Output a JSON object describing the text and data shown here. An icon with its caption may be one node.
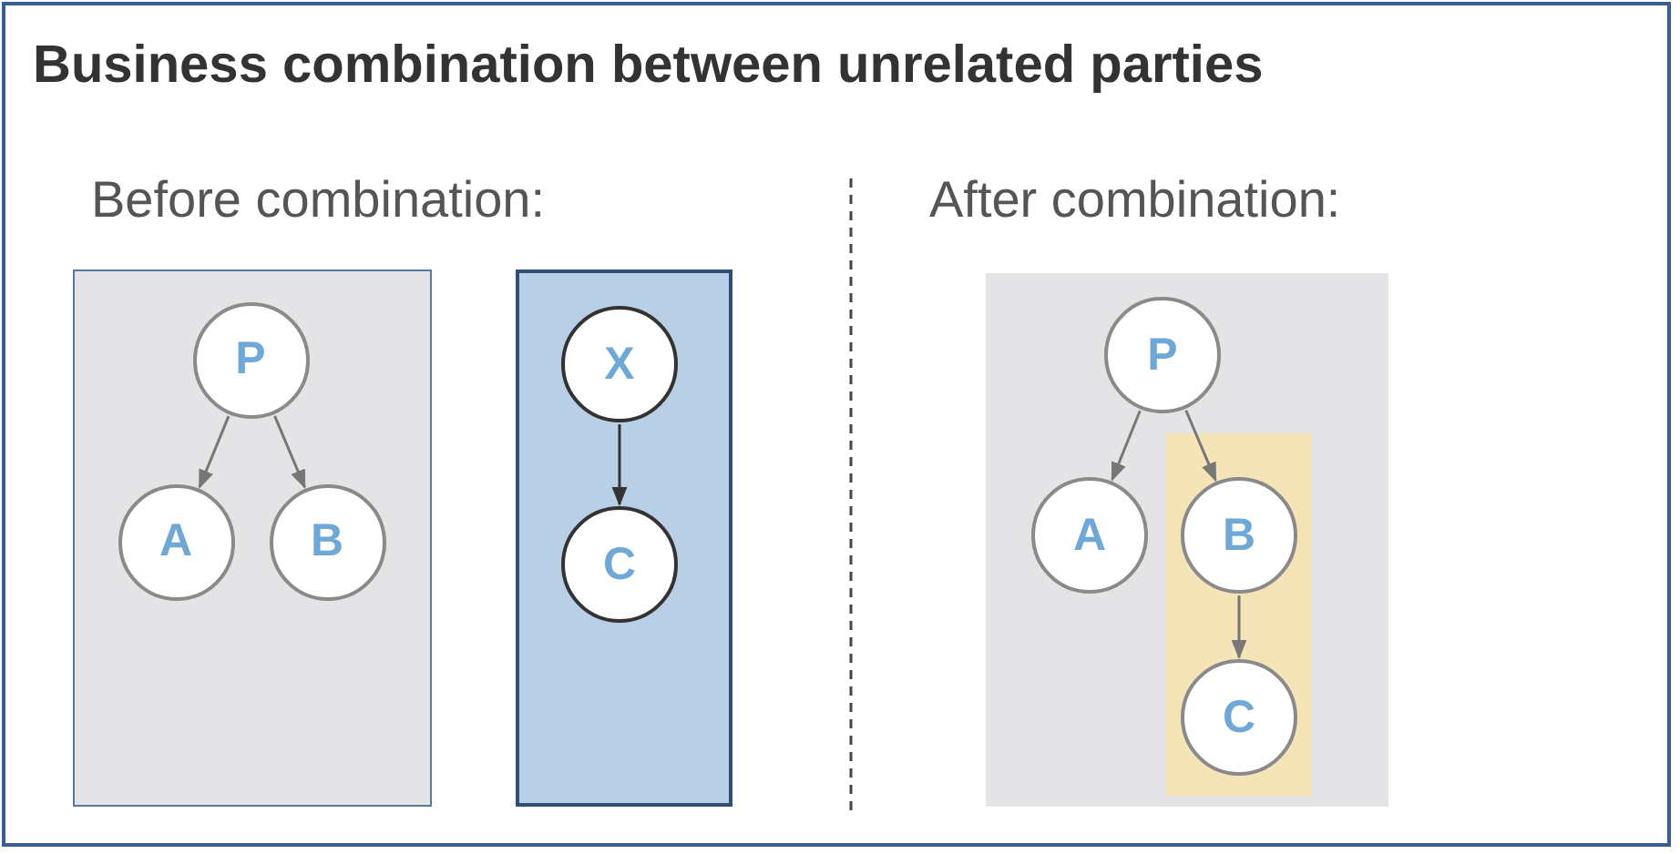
{
  "diagram": {
    "title": "Business combination between unrelated parties",
    "nodes": [
      {
        "text": [],
        "shape": "box"
      },
      {
        "text": [
          "P"
        ],
        "in": 0
      },
      {
        "text": [
          "A"
        ],
        "in": 0
      },
      {
        "text": [
          "B"
        ],
        "in": 0
      },
      {
        "text": [],
        "shape": "box"
      },
      {
        "text": [
          "X"
        ],
        "in": 4
      },
      {
        "text": [
          "C"
        ],
        "in": 4
      },
      {
        "text": [],
        "shape": "box"
      },
      {
        "text": [
          "P"
        ],
        "in": 7
      },
      {
        "text": [
          "A"
        ],
        "in": 7
      },
      {
        "text": [],
        "shape": "box",
        "in": 7
      },
      {
        "text": [
          "B"
        ],
        "in": 10
      },
      {
        "text": [
          "C"
        ],
        "in": 10
      }
    ],
    "edges": [
      {
        "from": 1,
        "to": 2,
        "arrow": "to"
      },
      {
        "from": 1,
        "to": 3,
        "arrow": "to"
      },
      {
        "from": 5,
        "to": 6,
        "arrow": "to",
        "color": "#333333"
      },
      {
        "from": 8,
        "to": 9,
        "arrow": "to"
      },
      {
        "from": 8,
        "to": 11,
        "arrow": "to"
      },
      {
        "from": 11,
        "to": 12,
        "arrow": "to"
      }
    ],
    "labels": [
      "Before combination:",
      "After combination:"
    ]
  }
}
